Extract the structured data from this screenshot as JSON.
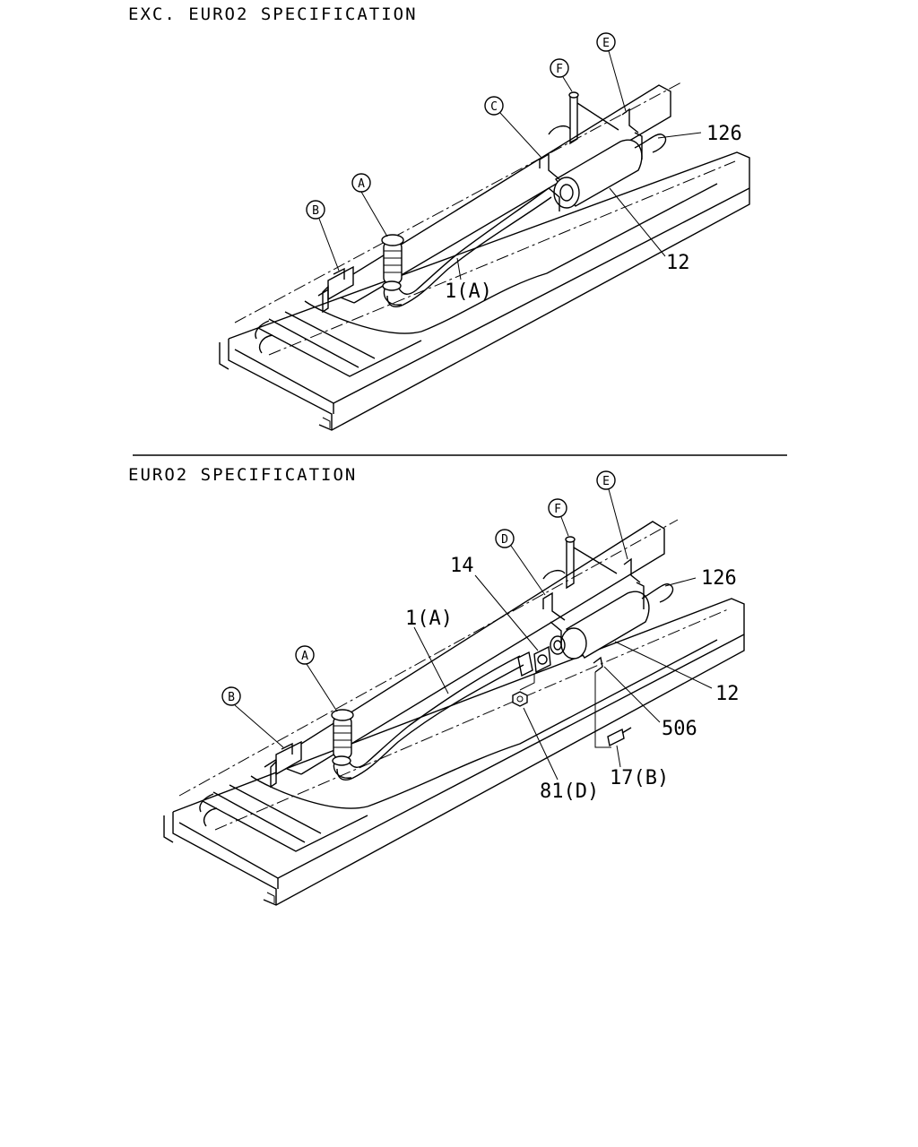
{
  "diagram": {
    "top": {
      "title": "EXC. EURO2 SPECIFICATION",
      "callouts": {
        "a": "A",
        "b": "B",
        "c": "C",
        "e": "E",
        "f": "F"
      },
      "parts": {
        "pipe": "1(A)",
        "muffler": "12",
        "hanger": "126"
      }
    },
    "bottom": {
      "title": "EURO2 SPECIFICATION",
      "callouts": {
        "a": "A",
        "b": "B",
        "d": "D",
        "e": "E",
        "f": "F"
      },
      "parts": {
        "pipe": "1(A)",
        "gasket": "14",
        "hanger": "126",
        "muffler": "12",
        "bracket": "506",
        "nut": "81(D)",
        "bolt": "17(B)"
      }
    }
  }
}
